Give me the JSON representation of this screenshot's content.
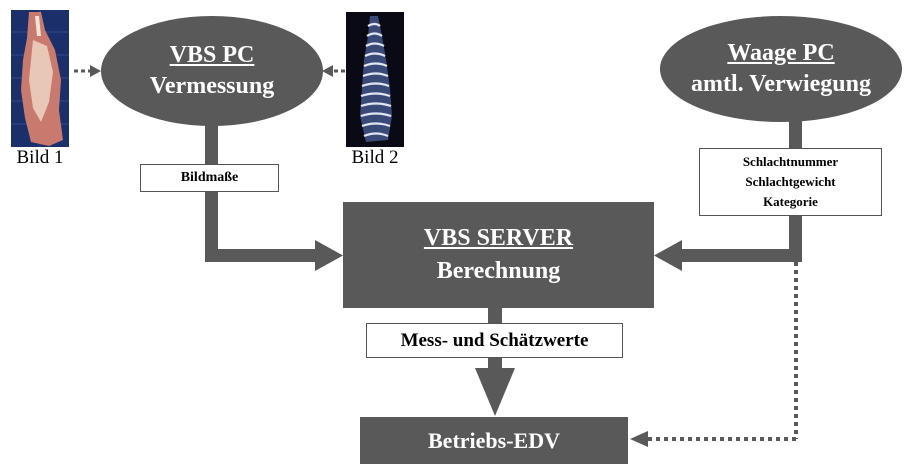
{
  "colors": {
    "node_fill": "#595959",
    "arrow": "#595959",
    "text_on_dark": "#ffffff",
    "photo_bg": "#1b2f6b"
  },
  "images": {
    "image1": {
      "caption": "Bild 1"
    },
    "image2": {
      "caption": "Bild 2"
    }
  },
  "nodes": {
    "vbs_pc": {
      "title": "VBS PC",
      "subtitle": "Vermessung"
    },
    "waage_pc": {
      "title": "Waage PC",
      "subtitle": "amtl. Verwiegung"
    },
    "vbs_server": {
      "title": "VBS SERVER",
      "subtitle": "Berechnung"
    },
    "betriebs_edv": {
      "title": "Betriebs-EDV"
    }
  },
  "labels": {
    "bildmasse": "Bildmaße",
    "waage_data": [
      "Schlachtnummer",
      "Schlachtgewicht",
      "Kategorie"
    ],
    "mess_schaetz": "Mess- und Schätzwerte"
  }
}
